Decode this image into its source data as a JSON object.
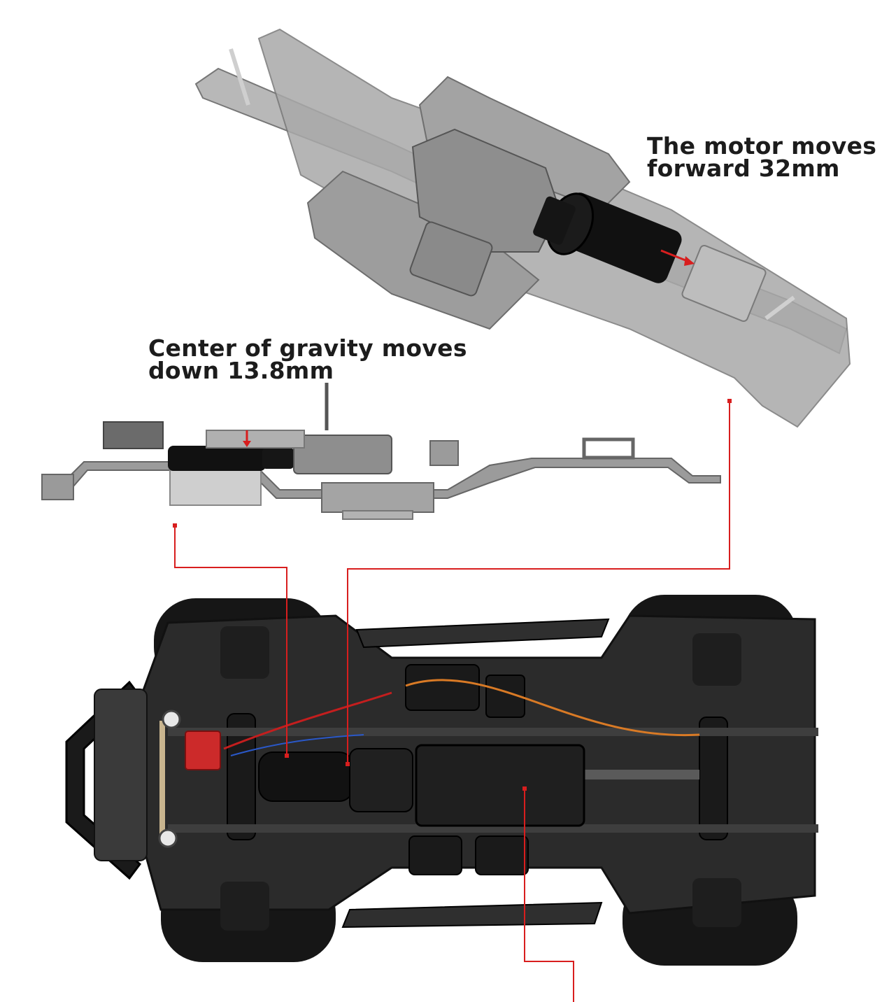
{
  "captions": {
    "motor": {
      "line1": "The motor moves",
      "line2": "forward 32mm"
    },
    "gravity": {
      "line1": "Center of gravity moves",
      "line2": "down 13.8mm"
    }
  },
  "colors": {
    "accent_red": "#d81e1e",
    "chassis_gray": "#9a9a9a",
    "motor_black": "#111111",
    "body_dark": "#2b2b2b"
  }
}
